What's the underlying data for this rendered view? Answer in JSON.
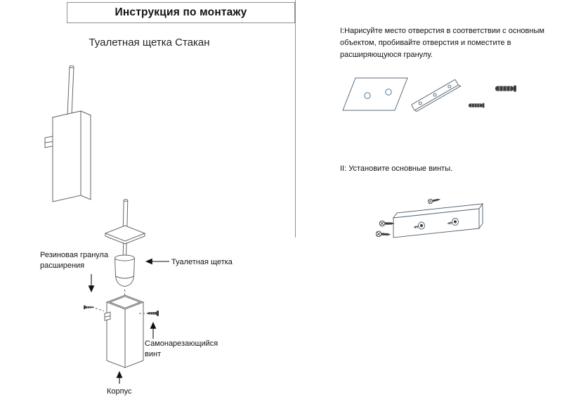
{
  "header": {
    "title": "Инструкция по монтажу"
  },
  "subtitle": "Туалетная щетка Стакан",
  "diagram_labels": {
    "granule": "Резиновая гранула расширения",
    "brush": "Туалетная щетка",
    "screw": "Самонарезающийся винт",
    "body": "Корпус"
  },
  "steps": {
    "step1": "I:Нарисуйте место отверстия в соответствии с основным объектом, пробивайте отверстия и поместите в расширяющуюся гранулу.",
    "step2": "II: Установите основные винты."
  },
  "colors": {
    "ink": "#111111",
    "line_art": "#666666",
    "divider": "#8f8f8f",
    "hole_stroke": "#4f7b9c",
    "hardware_fill": "#3d3d3d"
  }
}
